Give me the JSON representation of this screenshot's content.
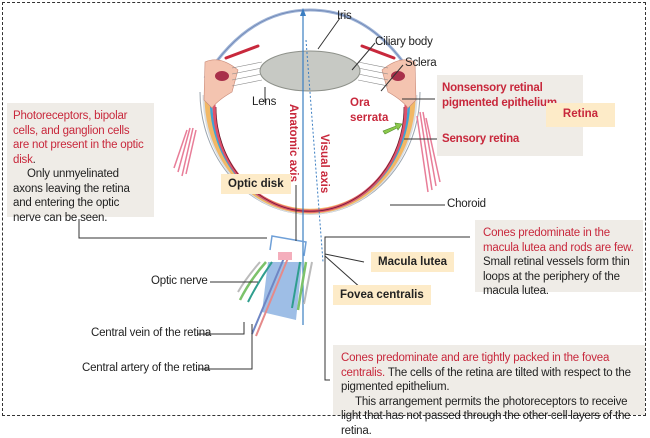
{
  "diagram": {
    "title": "Eye anatomy: retina, optic disk, macula lutea and fovea centralis",
    "colors": {
      "callout_bg": "#efece7",
      "tag_bg": "#fdebc8",
      "red_text": "#c8283c",
      "sclera": "#b9c3cc",
      "choroid": "#f2b866",
      "pigment_epithelium": "#3fa3d6",
      "sensory_retina": "#e0506a",
      "lens": "#c7c9c4",
      "axis_line": "#3b7ec2",
      "optic_nerve": "#6f9ed8",
      "nerve_sheath": "#7cc26a"
    },
    "labels": {
      "iris": "Iris",
      "ciliary_body": "Ciliary body",
      "sclera": "Sclera",
      "lens": "Lens",
      "ora_serrata_1": "Ora",
      "ora_serrata_2": "serrata",
      "anatomic_axis": "Anatomic axis",
      "visual_axis": "Visual axis",
      "choroid": "Choroid",
      "optic_nerve": "Optic nerve",
      "central_vein": "Central vein of the retina",
      "central_artery": "Central artery of the retina"
    },
    "tags": {
      "optic_disk": "Optic disk",
      "macula_lutea": "Macula lutea",
      "fovea_centralis": "Fovea centralis",
      "retina": "Retina"
    },
    "retina_box": {
      "nonsensory_1": "Nonsensory retinal",
      "nonsensory_2": "pigmented epithelium",
      "sensory": "Sensory retina"
    },
    "callouts": {
      "optic_disk": {
        "highlight": "Photoreceptors, bipolar cells, and ganglion cells are not present in the optic disk",
        "text": "Only unmyelinated axons leaving the retina and entering the optic nerve can be seen."
      },
      "macula": {
        "highlight": "Cones predominate in the macula lutea and rods are few.",
        "text": "Small retinal vessels form thin loops at the periphery of the macula lutea."
      },
      "fovea": {
        "highlight": "Cones predominate and are tightly packed in the fovea centralis.",
        "text": "The cells of the retina are tilted with respect to the pigmented epithelium.",
        "text2": "This arrangement permits the photoreceptors to receive light that has not passed through the other cell layers of the retina."
      }
    }
  }
}
